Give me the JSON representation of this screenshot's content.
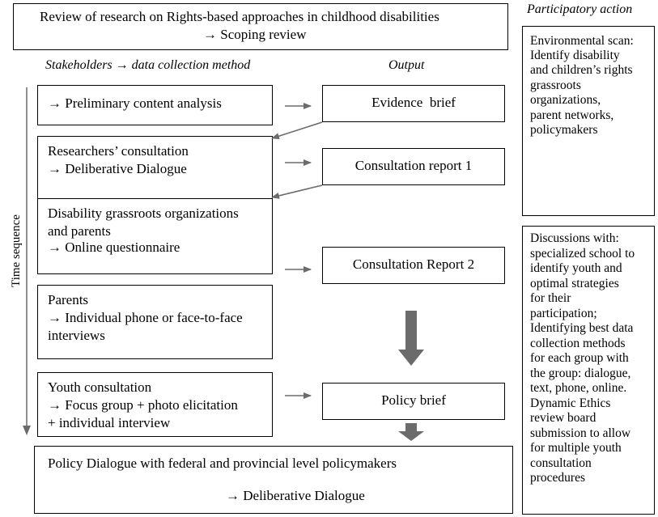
{
  "top_box": {
    "line1": "Review of research on Rights-based approaches in childhood disabilities",
    "line2": "→ Scoping review"
  },
  "headers": {
    "participatory": "Participatory action",
    "stakeholders": "Stakeholders → data collection method",
    "output": "Output"
  },
  "time_label": "Time sequence",
  "stages": [
    {
      "lines": [
        "→ Preliminary content analysis"
      ]
    },
    {
      "lines": [
        "Researchers’ consultation",
        "→ Deliberative Dialogue"
      ]
    },
    {
      "lines": [
        "Disability grassroots organizations",
        "and parents",
        "→ Online questionnaire"
      ]
    },
    {
      "lines": [
        "Parents",
        "→ Individual phone or face-to-face",
        "interviews"
      ]
    },
    {
      "lines": [
        "Youth consultation",
        "→ Focus group + photo elicitation",
        "+ individual interview"
      ]
    }
  ],
  "outputs": [
    "Evidence  brief",
    "Consultation report 1",
    "Consultation Report 2",
    "Policy brief"
  ],
  "bottom_box": {
    "line1": "Policy Dialogue with federal and provincial level policymakers",
    "line2": "→ Deliberative Dialogue"
  },
  "side_boxes": [
    {
      "lines": [
        "Environmental scan:",
        "Identify disability",
        "and children’s rights",
        "grassroots",
        "organizations,",
        "parent networks,",
        "policymakers"
      ]
    },
    {
      "lines": [
        "Discussions with:",
        "specialized school to",
        "identify youth and",
        "optimal strategies",
        "for their",
        "participation;",
        "Identifying best data",
        "collection methods",
        "for each group with",
        "the group: dialogue,",
        "text, phone, online.",
        "Dynamic Ethics",
        "review board",
        "submission to allow",
        "for multiple youth",
        "consultation",
        "procedures"
      ]
    }
  ]
}
